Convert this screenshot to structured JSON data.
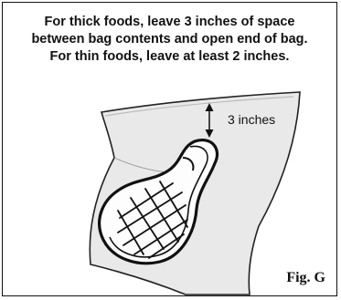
{
  "instructions": {
    "line1": "For thick foods, leave 3 inches of space",
    "line2": "between bag contents and open end of bag.",
    "line3": "For thin foods, leave at least 2 inches."
  },
  "illustration": {
    "dimension_label": "3 inches"
  },
  "figure": {
    "label": "Fig. G"
  }
}
